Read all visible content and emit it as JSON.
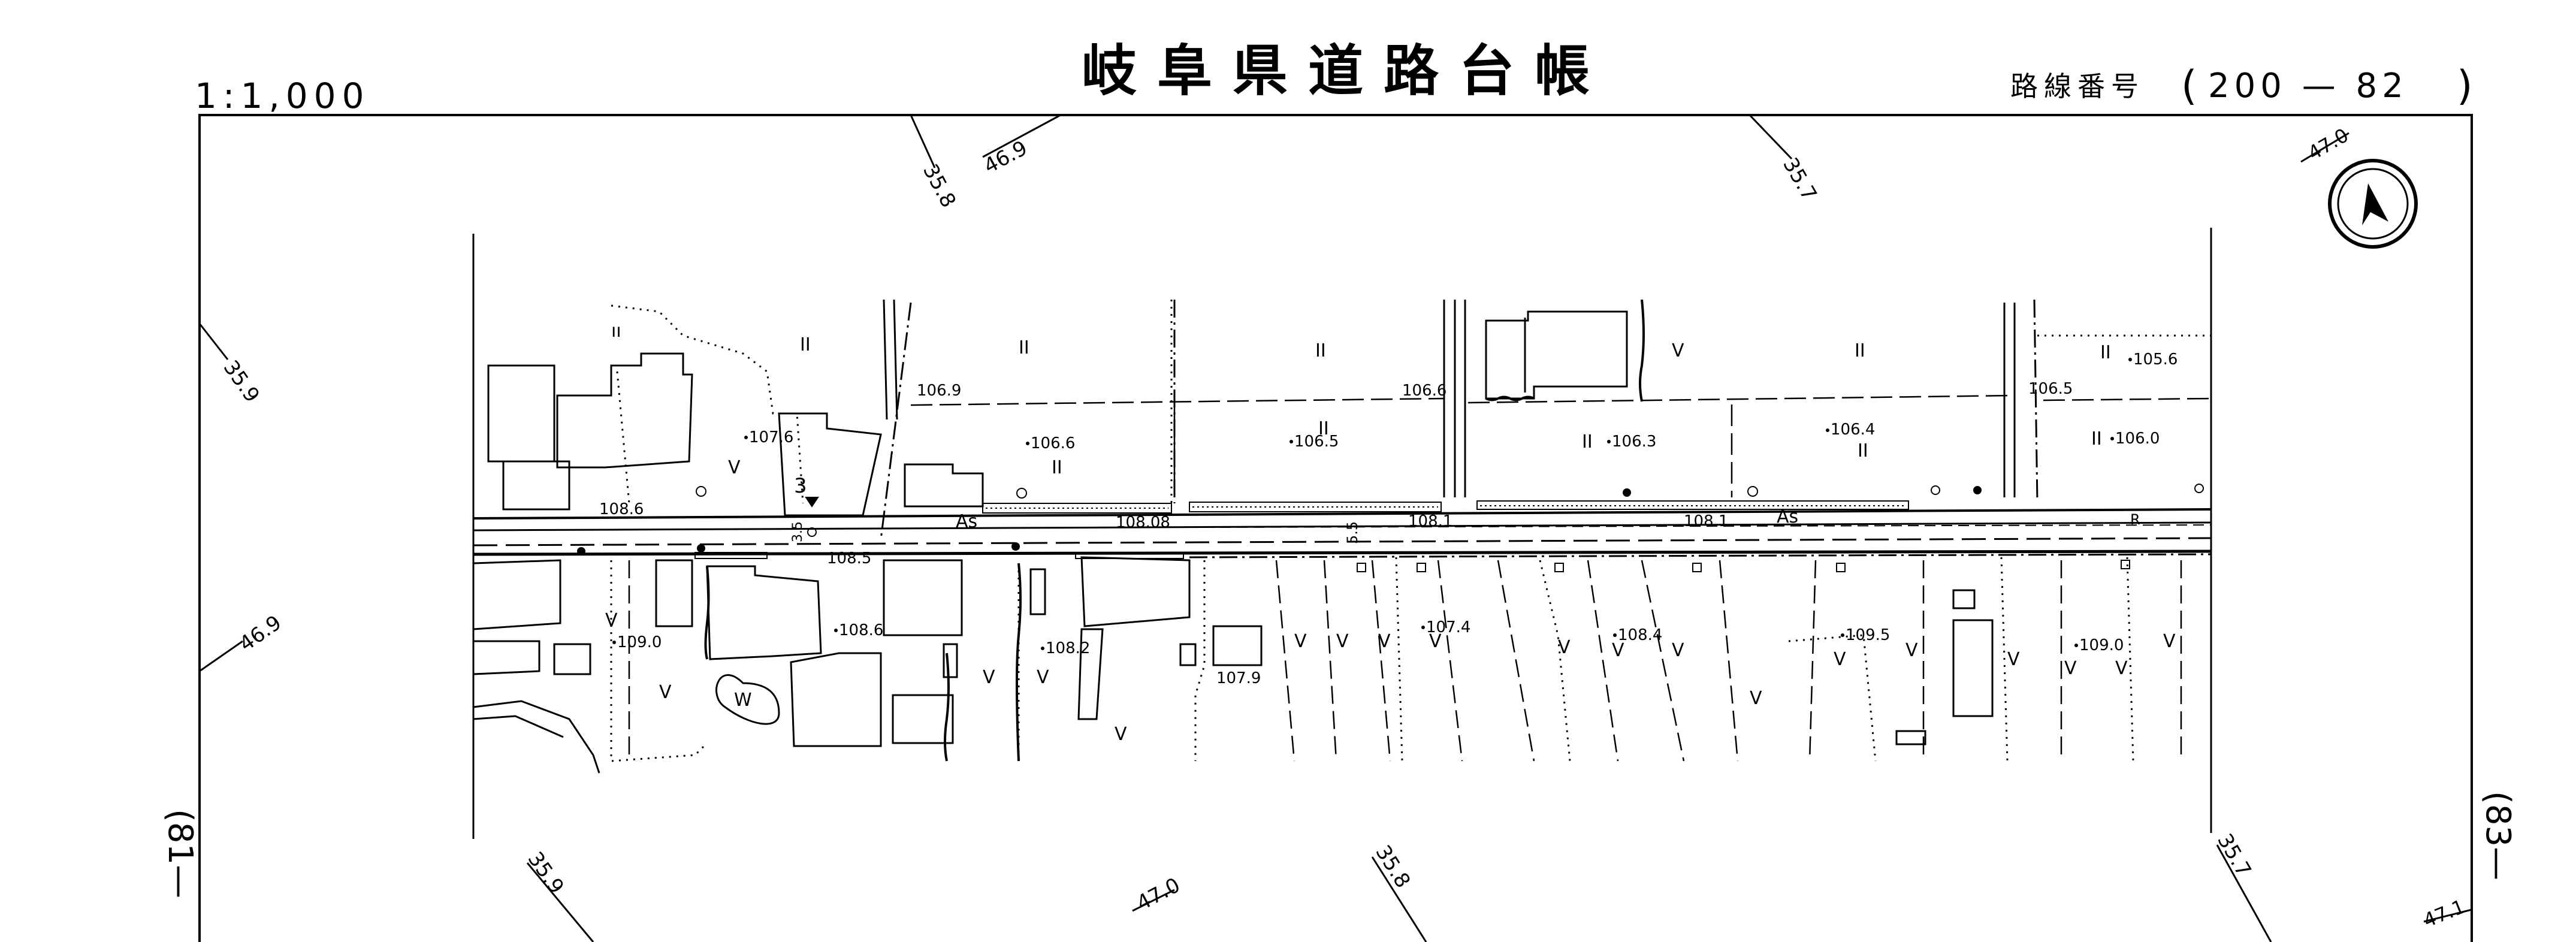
{
  "header": {
    "scale": "1:1,000",
    "title": "岐阜県道路台帳",
    "route_label": "路線番号",
    "route_open": "(",
    "route_number": "200 — 82",
    "route_close": ")"
  },
  "side_labels": {
    "left_sheet": "(81—",
    "right_sheet": "(83—"
  },
  "grid_labels": {
    "top_a": "35.8",
    "top_b": "46.9",
    "top_c": "35.7",
    "top_right": "47.0",
    "left_upper": "35.9",
    "left_lower": "46.9",
    "bottom_a": "35.9",
    "bottom_b": "47.0",
    "bottom_c": "35.8",
    "bottom_d": "35.7",
    "bottom_right": "47.1"
  },
  "elevations": {
    "e1": "106.9",
    "e2": "107.6",
    "e3": "106.6",
    "e4": "106.5",
    "e5": "106.6",
    "e6": "106.3",
    "e7": "106.4",
    "e8": "106.5",
    "e9": "105.6",
    "e10": "106.0",
    "e11": "108.6",
    "e12": "108.08",
    "e13": "108.1",
    "e14": "108.1",
    "e15": "108.5",
    "e16": "108.6",
    "e17": "109.0",
    "e18": "108.2",
    "e19": "107.9",
    "e20": "107.4",
    "e21": "108.4",
    "e22": "109.5",
    "e23": "109.0"
  },
  "road_labels": {
    "pavement_1": "As",
    "pavement_2": "As",
    "marker_number": "3",
    "marker_width": "3.5",
    "width_label": "5.5",
    "right_mark": "R",
    "water_mark": "W"
  },
  "symbols": {
    "rice_field": "II",
    "dry_field": "V",
    "orchard": "ıı"
  },
  "colors": {
    "ink": "#000000",
    "paper": "#ffffff"
  },
  "icons": {
    "north_arrow": "north-arrow-icon"
  }
}
